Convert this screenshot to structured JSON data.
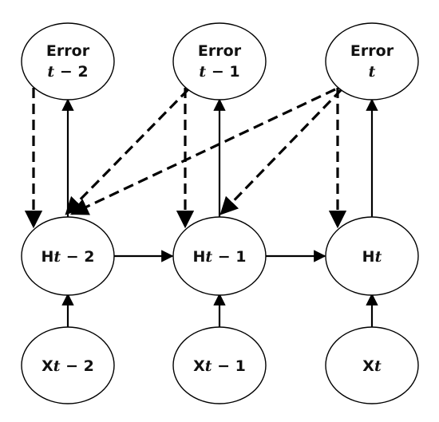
{
  "nodes": {
    "error_t2": {
      "line1": "Error",
      "var": "t",
      "suffix": " − 2"
    },
    "error_t1": {
      "line1": "Error",
      "var": "t",
      "suffix": " − 1"
    },
    "error_t": {
      "line1": "Error",
      "var": "t",
      "suffix": ""
    },
    "h_t2": {
      "prefix": "H",
      "var": "t",
      "suffix": " − 2"
    },
    "h_t1": {
      "prefix": "H",
      "var": "t",
      "suffix": " − 1"
    },
    "h_t": {
      "prefix": "H",
      "var": "t",
      "suffix": ""
    },
    "x_t2": {
      "prefix": "X",
      "var": "t",
      "suffix": " − 2"
    },
    "x_t1": {
      "prefix": "X",
      "var": "t",
      "suffix": " − 1"
    },
    "x_t": {
      "prefix": "X",
      "var": "t",
      "suffix": ""
    }
  },
  "edges": [
    {
      "from": "x_t2",
      "to": "h_t2",
      "style": "solid"
    },
    {
      "from": "x_t1",
      "to": "h_t1",
      "style": "solid"
    },
    {
      "from": "x_t",
      "to": "h_t",
      "style": "solid"
    },
    {
      "from": "h_t2",
      "to": "h_t1",
      "style": "solid"
    },
    {
      "from": "h_t1",
      "to": "h_t",
      "style": "solid"
    },
    {
      "from": "h_t2",
      "to": "error_t2",
      "style": "solid"
    },
    {
      "from": "h_t1",
      "to": "error_t1",
      "style": "solid"
    },
    {
      "from": "h_t",
      "to": "error_t",
      "style": "solid"
    },
    {
      "from": "error_t2",
      "to": "h_t2",
      "style": "dashed"
    },
    {
      "from": "error_t1",
      "to": "h_t1",
      "style": "dashed"
    },
    {
      "from": "error_t",
      "to": "h_t",
      "style": "dashed"
    },
    {
      "from": "error_t1",
      "to": "h_t2",
      "style": "dashed"
    },
    {
      "from": "error_t",
      "to": "h_t2",
      "style": "dashed"
    },
    {
      "from": "error_t",
      "to": "h_t1",
      "style": "dashed"
    }
  ]
}
